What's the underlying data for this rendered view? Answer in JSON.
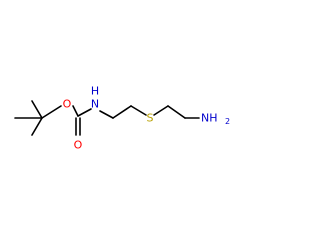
{
  "molecule": {
    "atoms": {
      "oxygen_ether": "O",
      "oxygen_carbonyl": "O",
      "nitrogen_amide": "N",
      "hydrogen_amide": "H",
      "sulfur": "S",
      "nitrogen_amine": "NH",
      "amine_h_count": "2"
    },
    "colors": {
      "bond": "#000000",
      "oxygen": "#ff0000",
      "nitrogen": "#0000cc",
      "sulfur": "#b8a000"
    }
  }
}
